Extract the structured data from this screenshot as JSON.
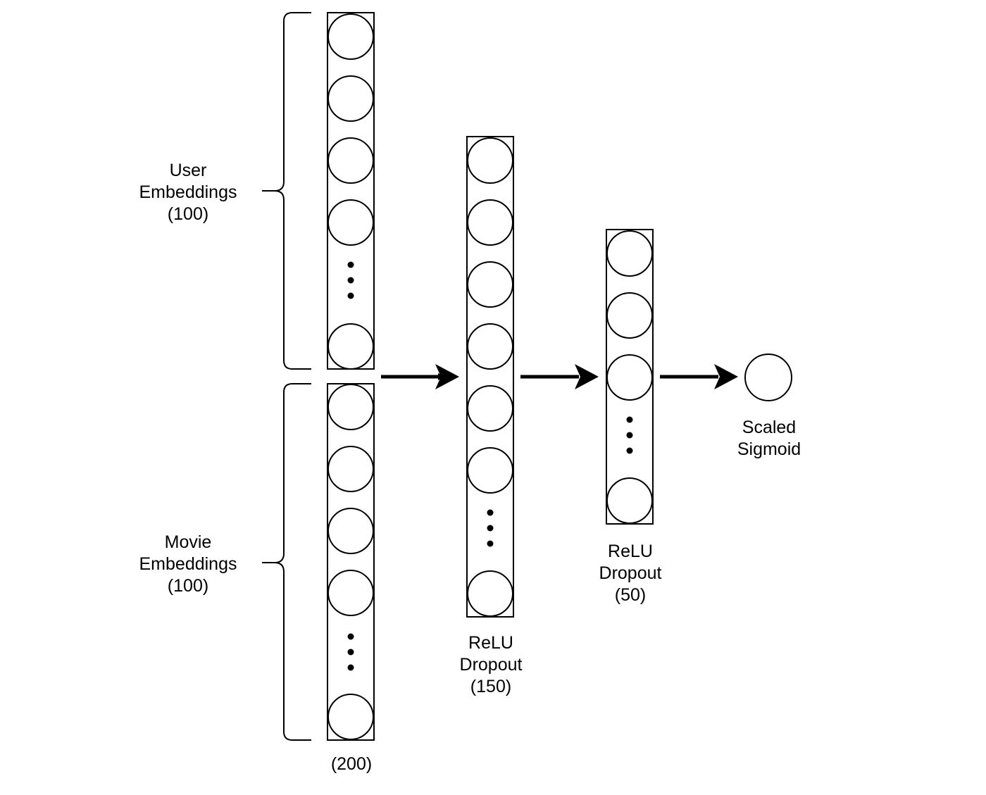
{
  "labels": {
    "user_group": [
      "User",
      "Embeddings",
      "(100)"
    ],
    "movie_group": [
      "Movie",
      "Embeddings",
      "(100)"
    ],
    "input_layer": [
      "(200)"
    ],
    "hidden1": [
      "ReLU",
      "Dropout",
      "(150)"
    ],
    "hidden2": [
      "ReLU",
      "Dropout",
      "(50)"
    ],
    "output": [
      "Scaled",
      "Sigmoid"
    ]
  },
  "colors": {
    "stroke": "#000000",
    "background": "#ffffff"
  }
}
